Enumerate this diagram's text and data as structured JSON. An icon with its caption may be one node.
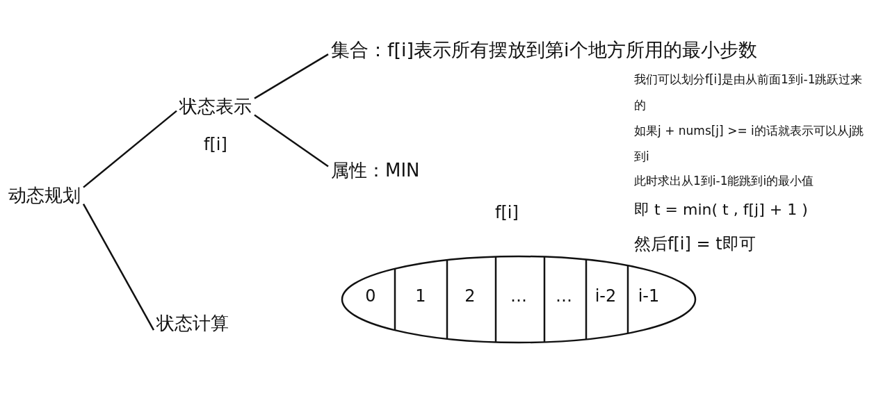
{
  "diagram": {
    "nodes": [
      {
        "text": [
          "动态规划"
        ]
      },
      {
        "text": [
          "状态表示"
        ],
        "beside": [
          "f[i]"
        ]
      },
      {
        "text": [
          "集合：f[i]表示所有摆放到第i个地方所用的最小步数"
        ]
      },
      {
        "text": [
          "属性：MIN"
        ]
      },
      {
        "text": [
          "状态计算"
        ]
      },
      {
        "text": [],
        "shape": "ellipse",
        "beside": [
          "f[i]"
        ]
      },
      {
        "text": [
          "0"
        ],
        "in": 5
      },
      {
        "text": [
          "1"
        ],
        "in": 5
      },
      {
        "text": [
          "2"
        ],
        "in": 5
      },
      {
        "text": [
          "…"
        ],
        "in": 5
      },
      {
        "text": [
          "…"
        ],
        "in": 5
      },
      {
        "text": [
          "i-2"
        ],
        "in": 5
      },
      {
        "text": [
          "i-1"
        ],
        "in": 5
      }
    ],
    "edges": [
      {
        "from": 0,
        "to": 1,
        "arrow": "none"
      },
      {
        "from": 0,
        "to": 4,
        "arrow": "none"
      },
      {
        "from": 1,
        "to": 2,
        "arrow": "none"
      },
      {
        "from": 1,
        "to": 3,
        "arrow": "none"
      }
    ],
    "labels": [
      "我们可以划分f[i]是由从前面1到i-1跳跃过来的",
      "如果j + nums[j] >= i的话就表示可以从j跳到i",
      "此时求出从1到i-1能跳到i的最小值",
      "即 t = min( t , f[j] + 1 )",
      "然后f[i] = t即可"
    ]
  }
}
